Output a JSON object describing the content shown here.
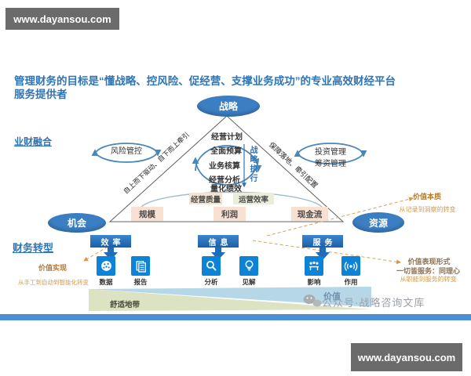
{
  "banners": {
    "top_text": "www.dayansou.com",
    "bottom_text": "www.dayansou.com"
  },
  "title": {
    "line1": "管理财务的目标是“懂战略、控风险、促经营、支撑业务成功”的专业高效财经平台",
    "line2": "服务提供者"
  },
  "sections": {
    "integration_label": "业财融合",
    "transformation_label": "财务转型"
  },
  "pyramid": {
    "apex": "战略",
    "left_node": "机会",
    "right_node": "资源",
    "vertical_label": "战略执行",
    "left_edge_label": "自上而下驱动、自下而上牵引",
    "right_edge_label": "保障落地、牵引配置",
    "inner_items": [
      "经营计划",
      "全面预算",
      "业务核算",
      "经营分析",
      "量化绩效"
    ],
    "mid_boxes": [
      "经营质量",
      "运营效率"
    ],
    "base_boxes": [
      "规模",
      "利润",
      "现金流"
    ],
    "left_loop": "风险管控",
    "right_loop": [
      "投资管理",
      "筹资管理"
    ]
  },
  "annotations": {
    "value_essence": {
      "title": "价值本质",
      "desc": "从记录到洞察的转变"
    },
    "value_realization": {
      "title": "价值实现",
      "desc": "从手工到自动到智能化转变"
    },
    "value_expression": {
      "title": "价值表现形式",
      "line2": "一切皆服务：同理心",
      "desc": "从职能到服务的转变"
    }
  },
  "transformation": {
    "groups": [
      {
        "header": "效率",
        "items": [
          {
            "icon": "data-ball-icon",
            "label": "数据"
          },
          {
            "icon": "report-icon",
            "label": "报告"
          }
        ]
      },
      {
        "header": "信息",
        "items": [
          {
            "icon": "magnifier-icon",
            "label": "分析"
          },
          {
            "icon": "lightbulb-icon",
            "label": "见解"
          }
        ]
      },
      {
        "header": "服务",
        "items": [
          {
            "icon": "meeting-icon",
            "label": "影响"
          },
          {
            "icon": "broadcast-icon",
            "label": "作用"
          }
        ]
      }
    ],
    "comfort_zone": "舒适地带",
    "value_label": "价值"
  },
  "watermark": {
    "text": "公众号·战略咨询文库"
  },
  "colors": {
    "title_blue": "#2e75b6",
    "oval_blue": "#3b7ec2",
    "bar_blue": "#1f6cb8",
    "tile_blue": "#0d83d8",
    "accent_orange": "#d9964a",
    "band_blue": "#b5d7e8",
    "band_green": "#dce3c3",
    "bottom_bar_blue": "#4b8fd5",
    "banner_gray": "#6a6b6a"
  }
}
